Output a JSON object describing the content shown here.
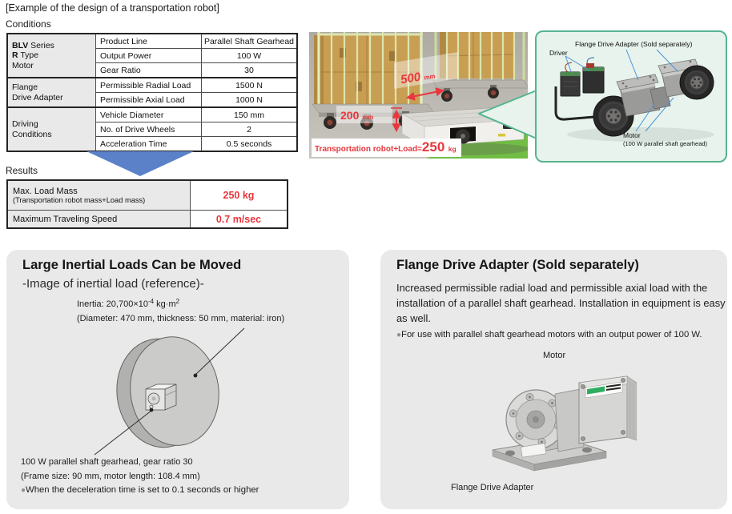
{
  "page_title": "[Example of the design of a transportation robot]",
  "colors": {
    "accent_red": "#e8373d",
    "arrow_blue": "#5b82c8",
    "callout_green_border": "#56b491",
    "callout_green_bg": "#e7f3ec",
    "panel_gray": "#e9e9e9",
    "floor_green": "#71bd45"
  },
  "conditions": {
    "label": "Conditions",
    "groups": [
      {
        "lines": [
          {
            "bold": "BLV",
            "rest": " Series"
          },
          {
            "bold": "R",
            "rest": " Type"
          },
          {
            "bold": "",
            "rest": "Motor"
          }
        ],
        "rows": [
          {
            "property": "Product Line",
            "value": "Parallel Shaft Gearhead"
          },
          {
            "property": "Output Power",
            "value": "100 W"
          },
          {
            "property": "Gear Ratio",
            "value": "30"
          }
        ]
      },
      {
        "lines": [
          {
            "bold": "",
            "rest": "Flange"
          },
          {
            "bold": "",
            "rest": "Drive Adapter"
          }
        ],
        "rows": [
          {
            "property": "Permissible Radial Load",
            "value": "1500 N"
          },
          {
            "property": "Permissible Axial Load",
            "value": "1000 N"
          }
        ]
      },
      {
        "lines": [
          {
            "bold": "",
            "rest": "Driving"
          },
          {
            "bold": "",
            "rest": "Conditions"
          }
        ],
        "rows": [
          {
            "property": "Vehicle Diameter",
            "value": "150 mm"
          },
          {
            "property": "No. of Drive Wheels",
            "value": "2"
          },
          {
            "property": "Acceleration Time",
            "value": "0.5 seconds"
          }
        ]
      }
    ]
  },
  "results": {
    "label": "Results",
    "rows": [
      {
        "name": "Max. Load Mass",
        "sub": "(Transportation robot mass+Load mass)",
        "value": "250 kg"
      },
      {
        "name": "Maximum Traveling Speed",
        "sub": "",
        "value": "0.7 m/sec"
      }
    ]
  },
  "photo": {
    "width_value": "500",
    "width_unit": "mm",
    "height_value": "200",
    "height_unit": "mm",
    "caption_prefix": "Transportation robot+Load=",
    "caption_value": "250",
    "caption_unit": "kg"
  },
  "callout": {
    "driver_label": "Driver",
    "adapter_label": "Flange Drive Adapter (Sold separately)",
    "motor_label": "Motor",
    "motor_sub": "(100 W parallel shaft gearhead)"
  },
  "inertia_panel": {
    "title": "Large Inertial Loads Can be Moved",
    "subtitle": "-Image of inertial load (reference)-",
    "inertia_prefix": "Inertia: 20,700×10",
    "inertia_sup1": "-4",
    "inertia_mid": " kg·m",
    "inertia_sup2": "2",
    "inertia_note": "(Diameter: 470 mm, thickness: 50 mm, material: iron)",
    "gearhead_line1": "100 W parallel shaft gearhead, gear ratio 30",
    "gearhead_line2": "(Frame size: 90 mm, motor length: 108.4 mm)",
    "bullet_char": "●",
    "bullet_text": "When the deceleration time is set to 0.1 seconds or higher"
  },
  "adapter_panel": {
    "title": "Flange Drive Adapter (Sold separately)",
    "body": "Increased permissible radial load and permissible axial load with the installation of a parallel shaft gearhead. Installation in equipment is easy as well.",
    "bullet_char": "●",
    "bullet_text": "For use with parallel shaft gearhead motors with an output power of 100 W.",
    "motor_label": "Motor",
    "adapter_label": "Flange Drive Adapter"
  }
}
